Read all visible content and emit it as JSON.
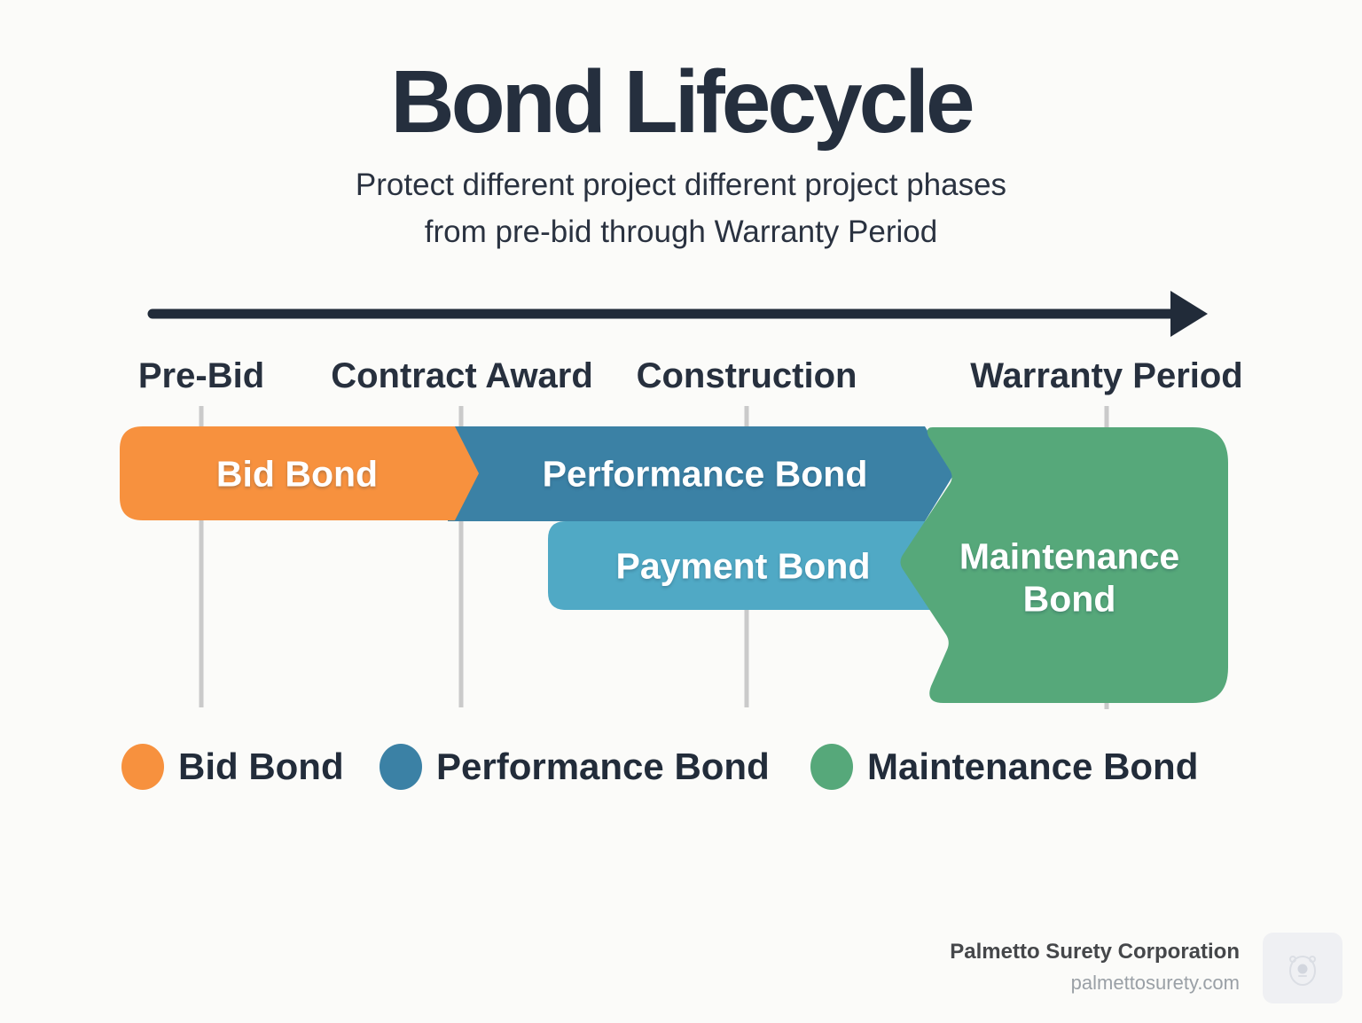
{
  "header": {
    "title": "Bond Lifecycle",
    "subtitle": "Protect different project different project phases\nfrom pre-bid through Warranty Period"
  },
  "timeline": {
    "phases": [
      {
        "label": "Pre-Bid"
      },
      {
        "label": "Contract Award"
      },
      {
        "label": "Construction"
      },
      {
        "label": "Warranty Period"
      }
    ]
  },
  "bars": {
    "bid": {
      "label": "Bid Bond"
    },
    "performance": {
      "label": "Performance Bond"
    },
    "payment": {
      "label": "Payment Bond"
    },
    "maintenance": {
      "label": "Maintenance\nBond"
    }
  },
  "legend": {
    "items": [
      {
        "label": "Bid Bond",
        "color": "#f7913e"
      },
      {
        "label": "Performance Bond",
        "color": "#3b81a5"
      },
      {
        "label": "Maintenance Bond",
        "color": "#56a87a"
      }
    ]
  },
  "footer": {
    "company": "Palmetto Surety Corporation",
    "website": "palmettosurety.com"
  },
  "colors": {
    "background": "#fbfbf9",
    "title_text": "#252f3e",
    "subtitle_text": "#2a3240",
    "phase_label_text": "#27303e",
    "arrow": "#212b39",
    "tick": "#cacaca",
    "bid_bond": "#f7913e",
    "performance_bond": "#3b81a5",
    "payment_bond": "#50a9c5",
    "maintenance_bond": "#56a87a",
    "bar_text": "#ffffff",
    "legend_text": "#222c3a",
    "footer_company_text": "#45474a",
    "footer_website_text": "#9aa0a6",
    "footer_badge_bg": "#eff0f3",
    "footer_badge_icon": "#c9ced8"
  },
  "icons": {
    "timeline_arrow": "right-arrow-icon",
    "footer_badge": "watermark-icon"
  }
}
